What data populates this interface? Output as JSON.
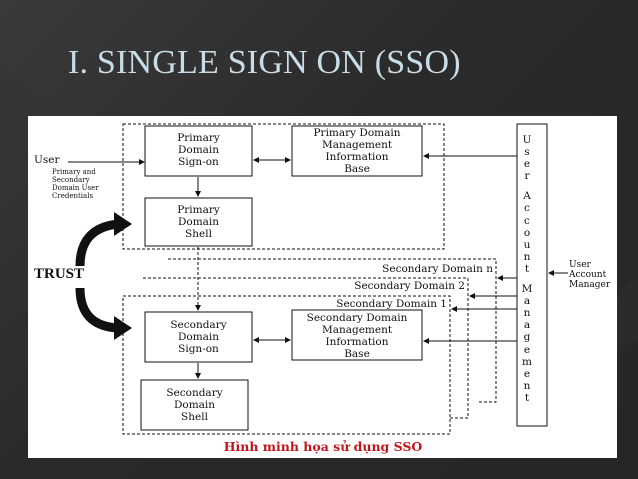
{
  "slide": {
    "title": "I. SINGLE SIGN ON (SSO)"
  },
  "diagram": {
    "primary_signon": "Primary\nDomain\nSign-on",
    "primary_shell": "Primary\nDomain\nShell",
    "primary_mgmt": "Primary Domain\nManagement\nInformation\nBase",
    "secondary_signon": "Secondary\nDomain\nSign-on",
    "secondary_shell": "Secondary\nDomain\nShell",
    "secondary_mgmt": "Secondary Domain\nManagement\nInformation\nBase",
    "secondary_domain_n": "Secondary Domain n",
    "secondary_domain_2": "Secondary Domain 2",
    "secondary_domain_1": "Secondary Domain 1",
    "user": "User",
    "credentials": "Primary and\nSecondary\nDomain User\nCredentials",
    "trust": "TRUST",
    "uam_letters": [
      "U",
      "s",
      "e",
      "r",
      "",
      "A",
      "c",
      "c",
      "o",
      "u",
      "n",
      "t",
      "",
      "M",
      "a",
      "n",
      "a",
      "g",
      "e",
      "m",
      "e",
      "n",
      "t"
    ],
    "uam_manager": "User\nAccount\nManager",
    "caption": "Hình minh họa sử dụng SSO"
  }
}
